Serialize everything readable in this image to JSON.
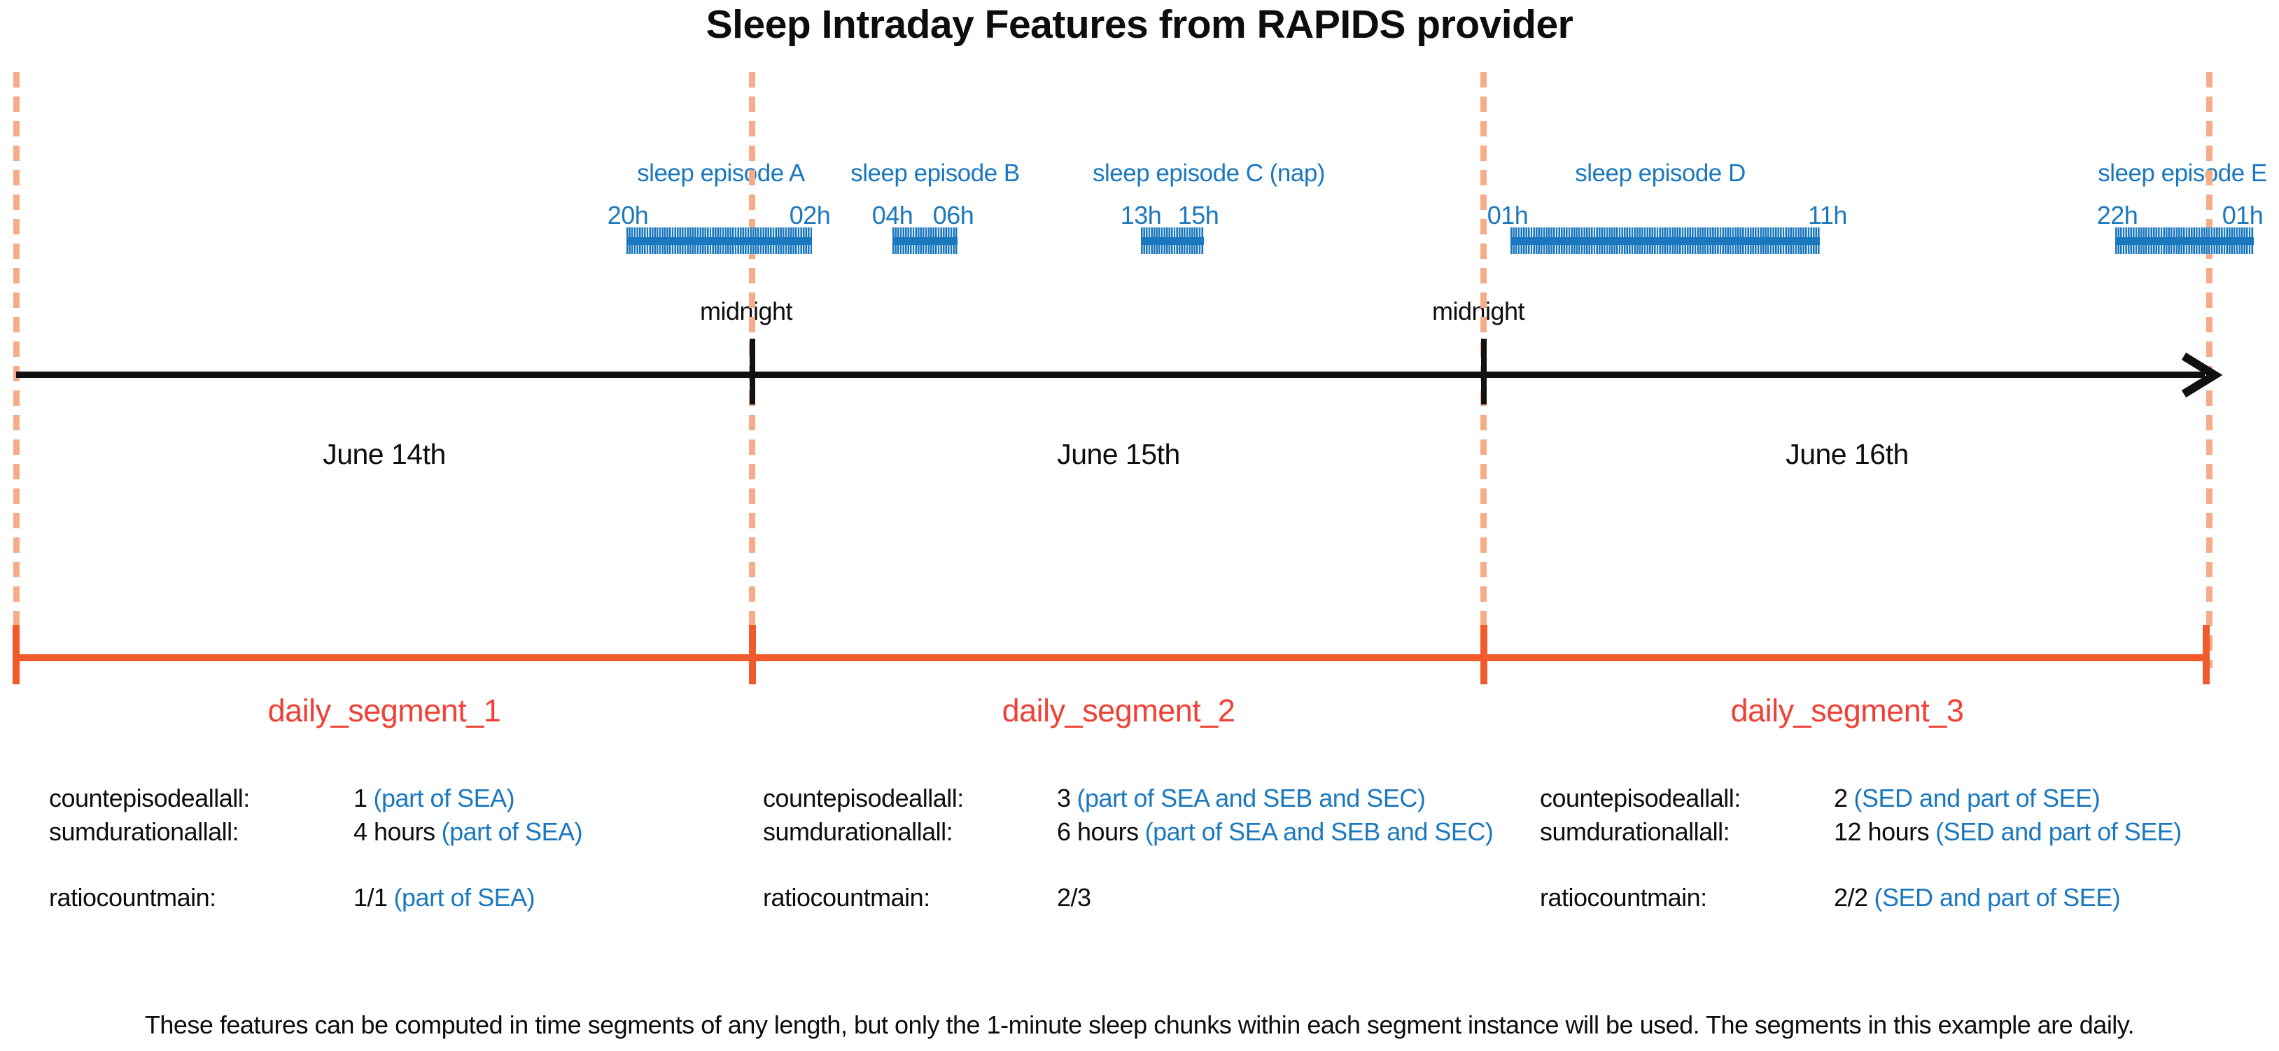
{
  "title": "Sleep Intraday Features from RAPIDS provider",
  "midnight_label": "midnight",
  "days": [
    "June 14th",
    "June 15th",
    "June 16th"
  ],
  "episodes": [
    {
      "label": "sleep episode A",
      "start": "20h",
      "end": "02h"
    },
    {
      "label": "sleep episode B",
      "start": "04h",
      "end": "06h"
    },
    {
      "label": "sleep episode C (nap)",
      "start": "13h",
      "end": "15h"
    },
    {
      "label": "sleep episode D",
      "start": "01h",
      "end": "11h"
    },
    {
      "label": "sleep episode E",
      "start": "22h",
      "end": "01h"
    }
  ],
  "segments": [
    {
      "name": "daily_segment_1",
      "features": [
        {
          "label": "countepisodeallall:",
          "value": "1",
          "note": "(part of SEA)"
        },
        {
          "label": "sumdurationallall:",
          "value": "4 hours",
          "note": "(part of SEA)"
        },
        {
          "label": "ratiocountmain:",
          "value": "1/1",
          "note": "(part of SEA)"
        }
      ]
    },
    {
      "name": "daily_segment_2",
      "features": [
        {
          "label": "countepisodeallall:",
          "value": "3",
          "note": "(part of SEA and SEB and SEC)"
        },
        {
          "label": "sumdurationallall:",
          "value": "6 hours",
          "note": "(part of SEA and SEB and SEC)"
        },
        {
          "label": "ratiocountmain:",
          "value": "2/3",
          "note": ""
        }
      ]
    },
    {
      "name": "daily_segment_3",
      "features": [
        {
          "label": "countepisodeallall:",
          "value": "2",
          "note": "(SED and part of SEE)"
        },
        {
          "label": "sumdurationallall:",
          "value": "12 hours",
          "note": "(SED and part of SEE)"
        },
        {
          "label": "ratiocountmain:",
          "value": "2/2",
          "note": "(SED and part of SEE)"
        }
      ]
    }
  ],
  "footnote": "These features can be computed in time segments of any length, but only the 1-minute sleep chunks within each segment instance will be used. The segments in this example are daily.",
  "colors": {
    "episode_blue": "#1B78BE",
    "dash_orange": "#F7AC88",
    "bracket_orange": "#F15B2B",
    "segment_red": "#EF4136",
    "timeline_black": "#111111"
  }
}
